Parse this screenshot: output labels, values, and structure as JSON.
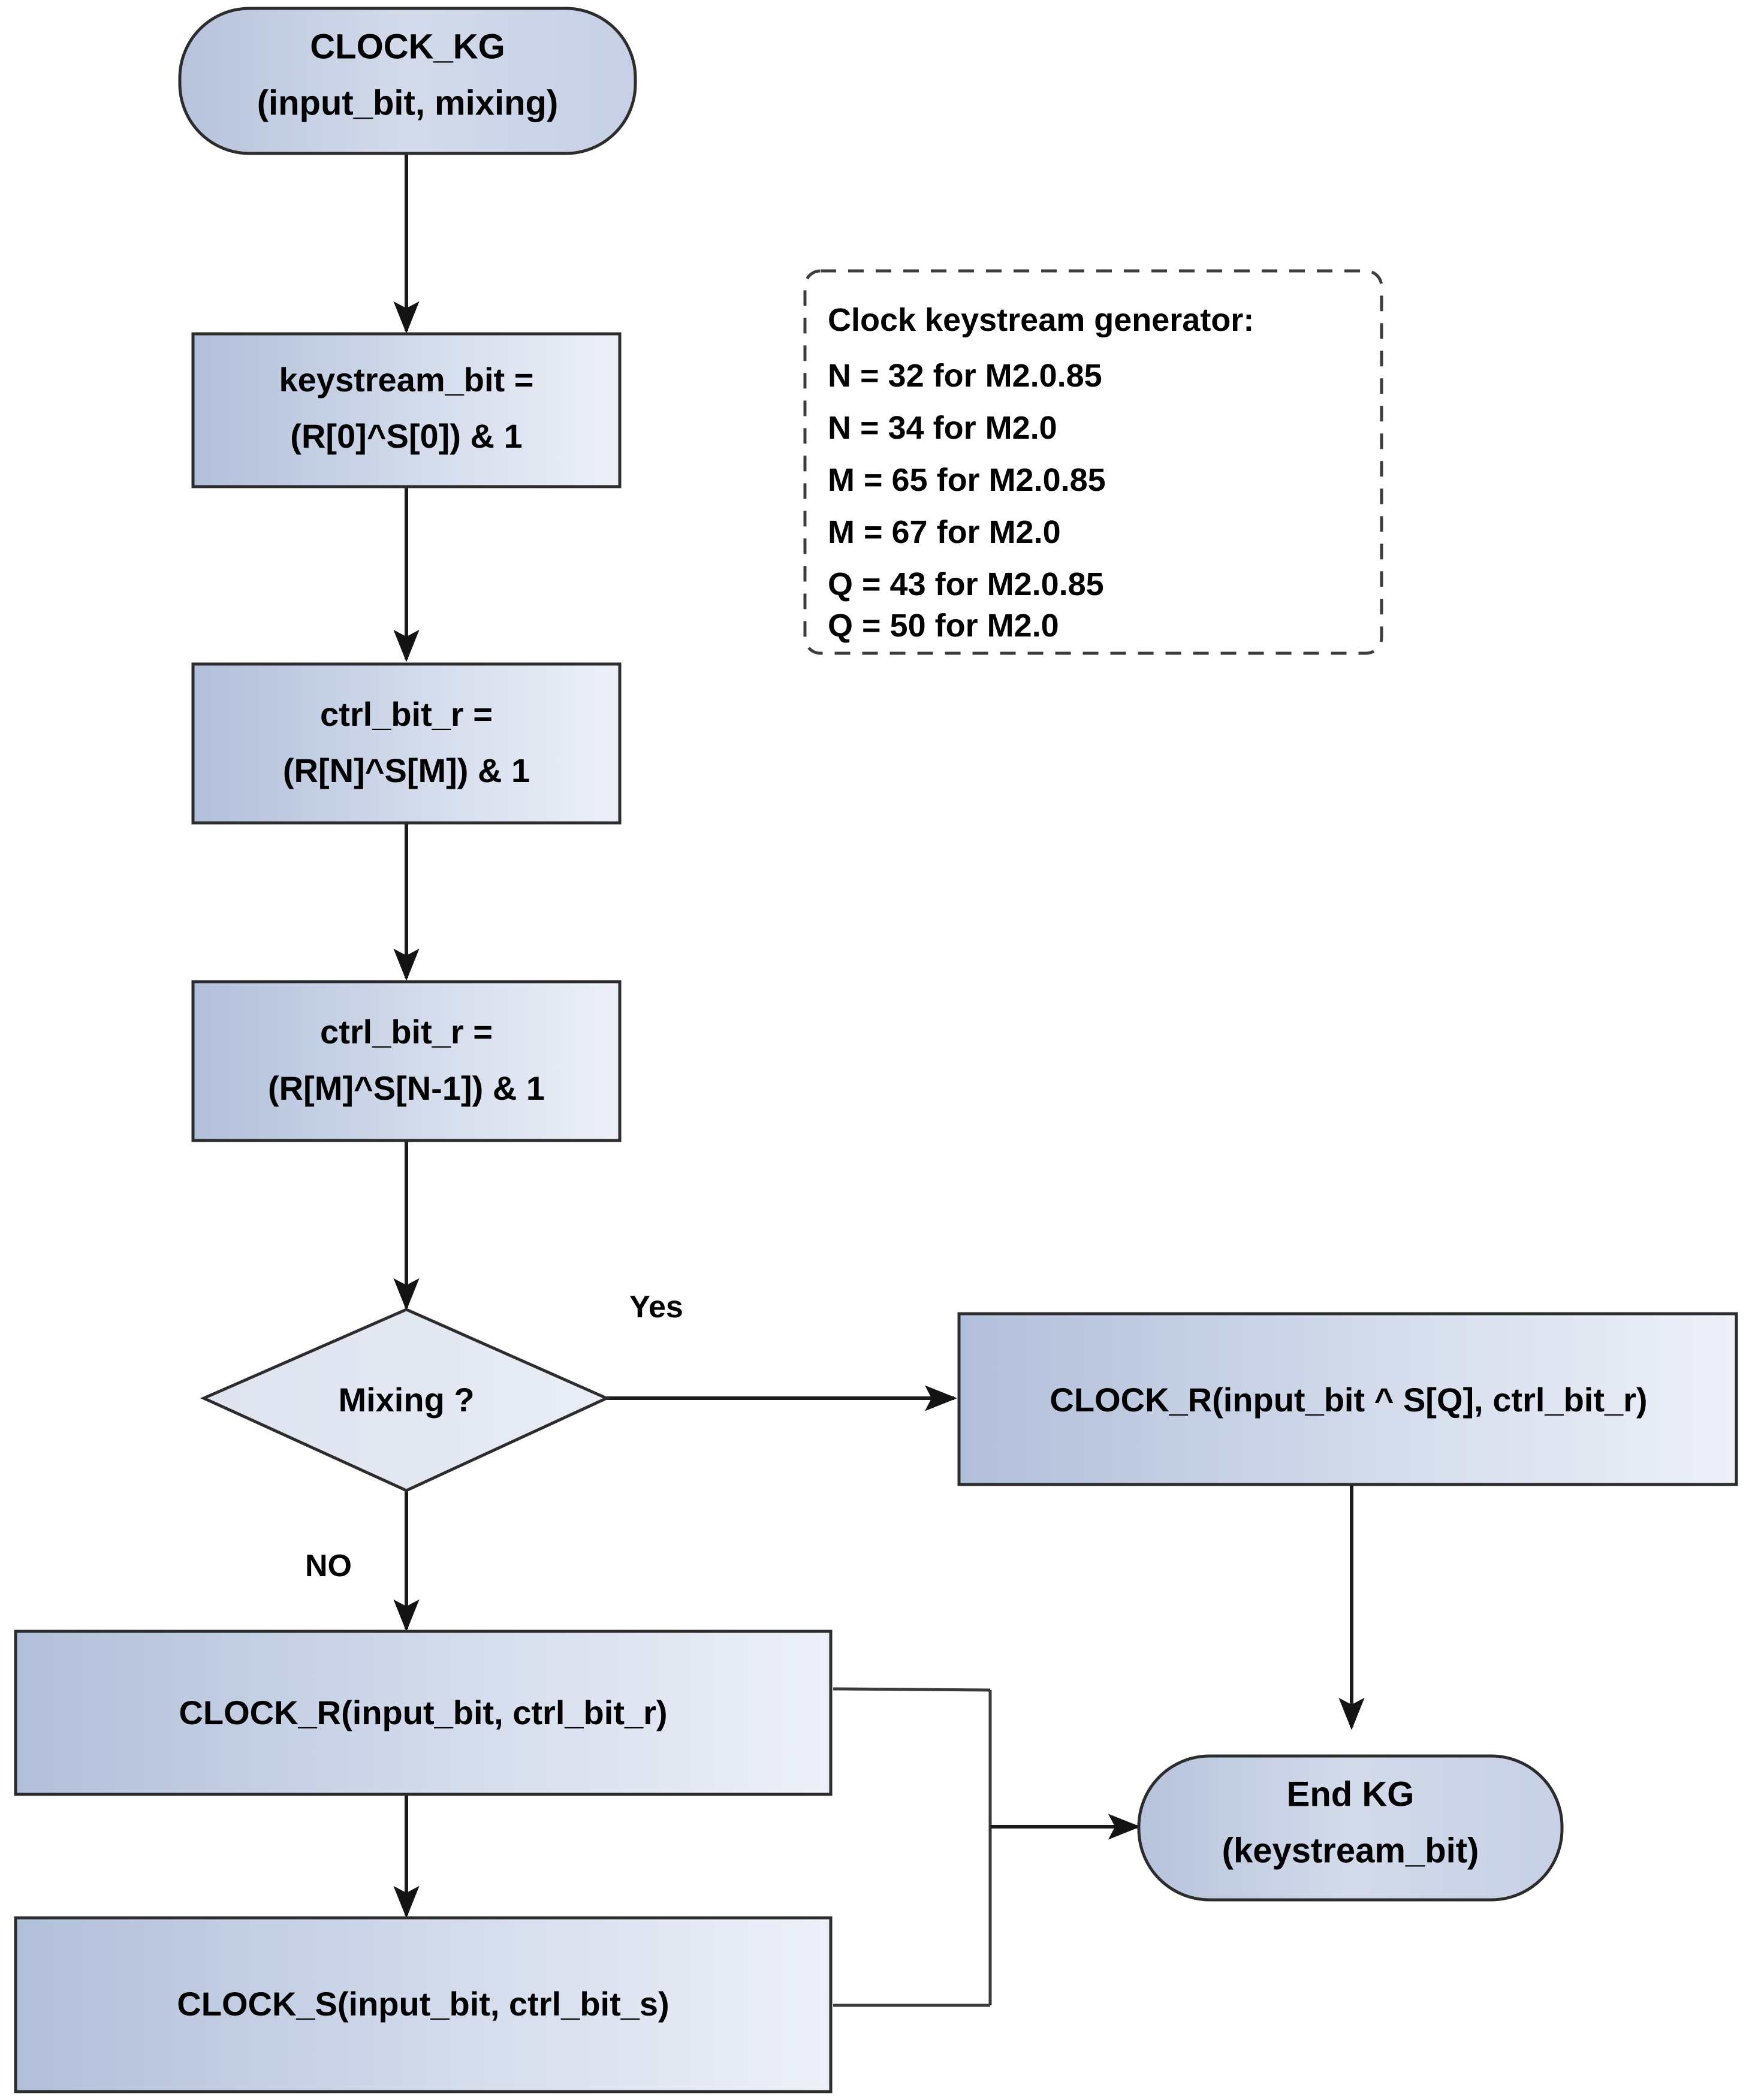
{
  "diagram": {
    "title": "CLOCK_KG keystream generator flowchart",
    "background": "#ffffff",
    "node_fill_left": "#b3c0da",
    "node_fill_right": "#eef1f8",
    "node_stroke": "#2c2c2c",
    "connector_color": "#1a1a1a",
    "note_stroke": "#3c3c3c"
  },
  "nodes": {
    "start": {
      "shape": "rounded-terminator",
      "line1": "CLOCK_KG",
      "line2": "(input_bit, mixing)"
    },
    "proc_keystream": {
      "shape": "process",
      "line1": "keystream_bit =",
      "line2": "(R[0]^S[0]) & 1"
    },
    "proc_ctrl_r1": {
      "shape": "process",
      "line1": "ctrl_bit_r =",
      "line2": "(R[N]^S[M]) & 1"
    },
    "proc_ctrl_r2": {
      "shape": "process",
      "line1": "ctrl_bit_r =",
      "line2": "(R[M]^S[N-1]) & 1"
    },
    "decision_mixing": {
      "shape": "diamond",
      "label": "Mixing ?"
    },
    "proc_clock_r_mix": {
      "shape": "process",
      "label": "CLOCK_R(input_bit ^ S[Q], ctrl_bit_r)"
    },
    "proc_clock_r": {
      "shape": "process",
      "label": "CLOCK_R(input_bit, ctrl_bit_r)"
    },
    "proc_clock_s": {
      "shape": "process",
      "label": "CLOCK_S(input_bit, ctrl_bit_s)"
    },
    "end": {
      "shape": "rounded-terminator",
      "line1": "End KG",
      "line2": "(keystream_bit)"
    }
  },
  "edge_labels": {
    "yes": "Yes",
    "no": "NO"
  },
  "note": {
    "heading": "Clock keystream generator:",
    "lines": [
      "N = 32 for M2.0.85",
      "N = 34 for M2.0",
      "M = 65 for M2.0.85",
      "M = 67 for M2.0",
      "Q = 43 for M2.0.85",
      "Q = 50 for M2.0"
    ]
  }
}
